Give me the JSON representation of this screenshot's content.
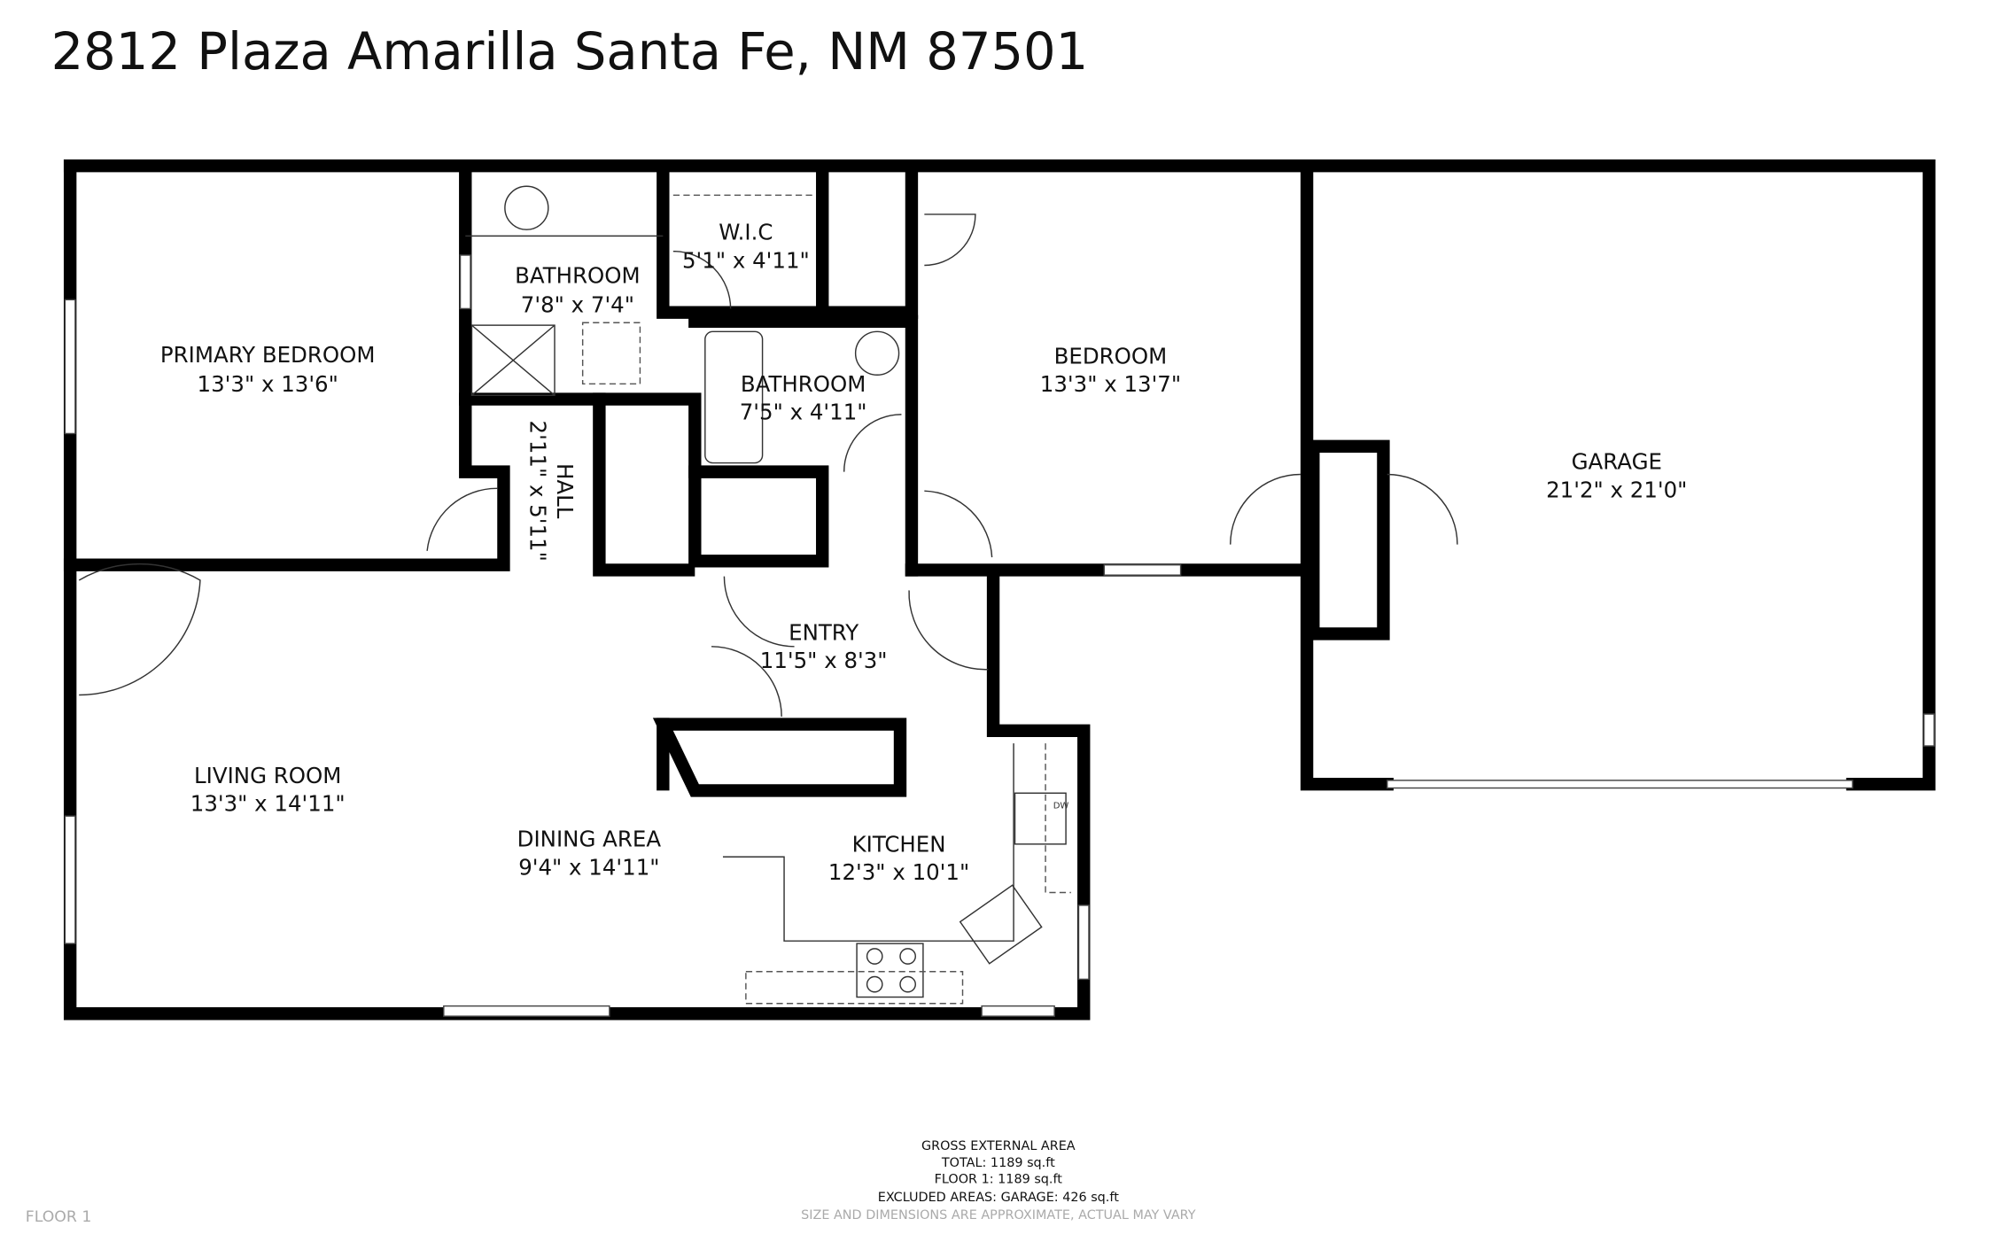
{
  "title": "2812 Plaza Amarilla Santa Fe, NM 87501",
  "rooms": [
    {
      "name": "PRIMARY BEDROOM",
      "size": "13'3\" x 13'6\""
    },
    {
      "name": "BATHROOM",
      "size": "7'8\" x 7'4\""
    },
    {
      "name": "W.I.C",
      "size": "5'1\" x 4'11\""
    },
    {
      "name": "BATHROOM",
      "size": "7'5\" x 4'11\""
    },
    {
      "name": "BEDROOM",
      "size": "13'3\" x 13'7\""
    },
    {
      "name": "GARAGE",
      "size": "21'2\" x 21'0\""
    },
    {
      "name": "HALL",
      "size": "2'11\" x 5'11\""
    },
    {
      "name": "ENTRY",
      "size": "11'5\" x 8'3\""
    },
    {
      "name": "LIVING ROOM",
      "size": "13'3\" x 14'11\""
    },
    {
      "name": "DINING AREA",
      "size": "9'4\" x 14'11\""
    },
    {
      "name": "KITCHEN",
      "size": "12'3\" x 10'1\""
    }
  ],
  "appliance_label": "DW",
  "footer": {
    "heading": "GROSS EXTERNAL AREA",
    "total": "TOTAL: 1189 sq.ft",
    "floor1": "FLOOR 1: 1189 sq.ft",
    "excluded": "EXCLUDED AREAS: GARAGE: 426 sq.ft",
    "disclaimer": "SIZE AND DIMENSIONS ARE APPROXIMATE, ACTUAL MAY VARY",
    "floor_label": "FLOOR 1"
  }
}
